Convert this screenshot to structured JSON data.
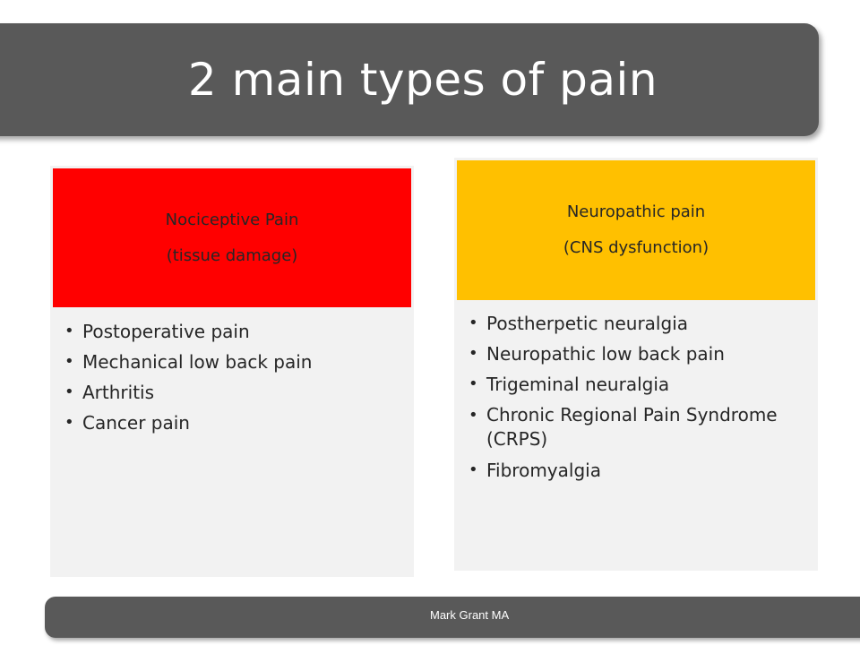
{
  "slide": {
    "title": "2 main types of pain"
  },
  "left_card": {
    "header_line1": "Nociceptive Pain",
    "header_line2": "(tissue damage)",
    "header_color": "#ff0000",
    "items": [
      "Postoperative pain",
      "Mechanical low back pain",
      "Arthritis",
      "Cancer pain"
    ]
  },
  "right_card": {
    "header_line1": "Neuropathic pain",
    "header_line2": "(CNS dysfunction)",
    "header_color": "#ffc000",
    "items": [
      "Postherpetic neuralgia",
      "Neuropathic low back pain",
      "Trigeminal neuralgia",
      "Chronic Regional Pain Syndrome (CRPS)",
      "Fibromyalgia"
    ]
  },
  "footer": {
    "author": "Mark  Grant MA"
  },
  "colors": {
    "bar": "#595959",
    "card_body": "#f2f2f2"
  }
}
